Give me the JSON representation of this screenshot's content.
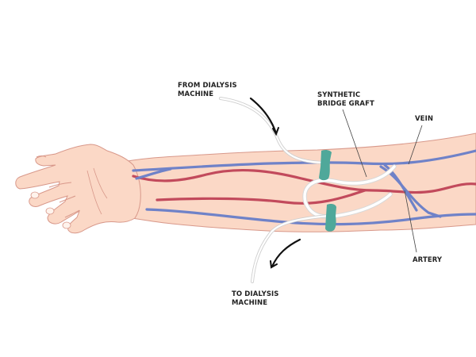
{
  "diagram": {
    "title": "Arteriovenous graft for hemodialysis",
    "labels": {
      "from_dialysis": "FROM DIALYSIS\nMACHINE",
      "synthetic_graft": "SYNTHETIC\nBRIDGE GRAFT",
      "vein": "VEIN",
      "artery": "ARTERY",
      "to_dialysis": "TO DIALYSIS\nMACHINE"
    },
    "colors": {
      "skin": "#fbd8c6",
      "skin_outline": "#d8988a",
      "vein": "#6f82c8",
      "vein_light": "#9aa8dc",
      "artery": "#c24a5c",
      "graft": "#ffffff",
      "tube": "#e4e4e4",
      "clamp": "#4fa89a",
      "arrow": "#111111",
      "leader_line": "#444444",
      "text": "#222222"
    }
  }
}
